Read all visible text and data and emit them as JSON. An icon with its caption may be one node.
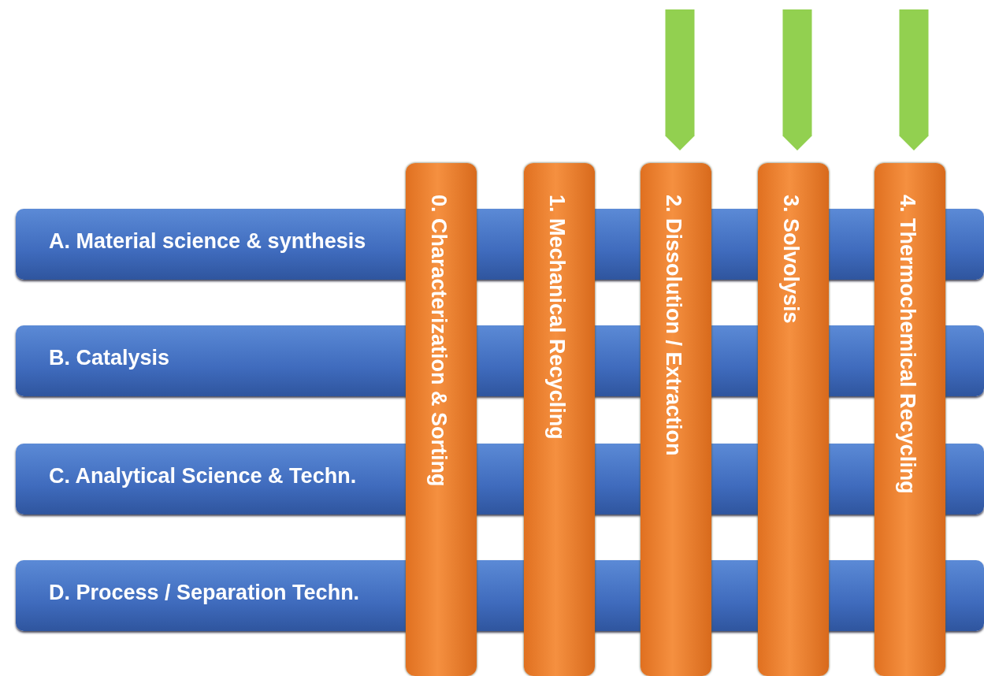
{
  "diagram": {
    "nodes": [
      {
        "text": [
          "A. Material science & synthesis"
        ]
      },
      {
        "text": [
          "B. Catalysis"
        ]
      },
      {
        "text": [
          "C. Analytical Science & Techn."
        ]
      },
      {
        "text": [
          "D. Process / Separation Techn."
        ]
      },
      {
        "text": [
          "0. Characterization & Sorting"
        ]
      },
      {
        "text": [
          "1. Mechanical Recycling"
        ]
      },
      {
        "text": [
          "2. Dissolution / Extraction"
        ]
      },
      {
        "text": [
          "3. Solvolysis"
        ]
      },
      {
        "text": [
          "4. Thermochemical Recycling"
        ]
      }
    ],
    "edges": [
      {
        "from": null,
        "to": 6,
        "arrow": "to"
      },
      {
        "from": null,
        "to": 7,
        "arrow": "to"
      },
      {
        "from": null,
        "to": 8,
        "arrow": "to"
      }
    ]
  }
}
